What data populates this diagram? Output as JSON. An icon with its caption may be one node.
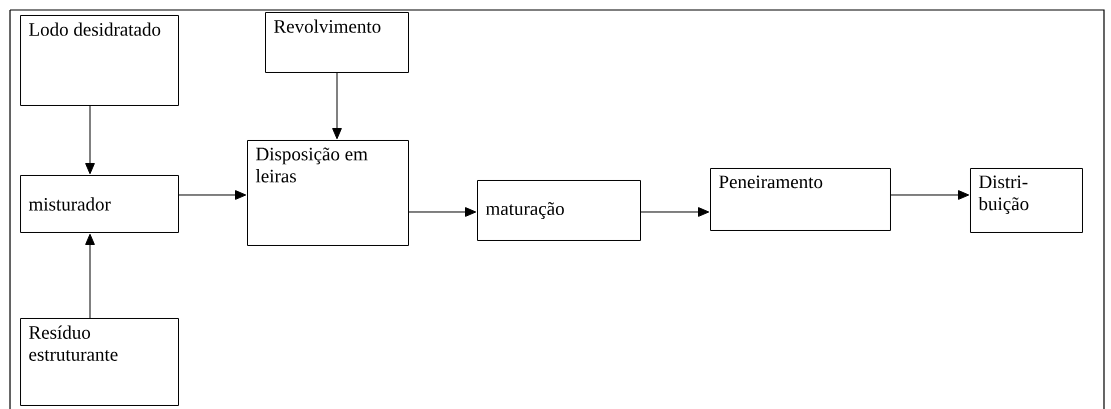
{
  "diagram": {
    "nodes": [
      {
        "text": [
          "Lodo desidratado"
        ]
      },
      {
        "text": [
          "Revolvimento"
        ]
      },
      {
        "text": [
          "misturador"
        ]
      },
      {
        "text": [
          "Disposição em leiras"
        ]
      },
      {
        "text": [
          "maturação"
        ]
      },
      {
        "text": [
          "Peneiramento"
        ]
      },
      {
        "text": [
          "Distri- buição"
        ]
      },
      {
        "text": [
          "Resíduo estruturante"
        ]
      }
    ],
    "edges": [
      {
        "from": 0,
        "to": 2,
        "arrow": "to"
      },
      {
        "from": 7,
        "to": 2,
        "arrow": "to"
      },
      {
        "from": 2,
        "to": 3,
        "arrow": "to"
      },
      {
        "from": 1,
        "to": 3,
        "arrow": "to"
      },
      {
        "from": 3,
        "to": 4,
        "arrow": "to"
      },
      {
        "from": 4,
        "to": 5,
        "arrow": "to"
      },
      {
        "from": 5,
        "to": 6,
        "arrow": "to"
      }
    ]
  }
}
